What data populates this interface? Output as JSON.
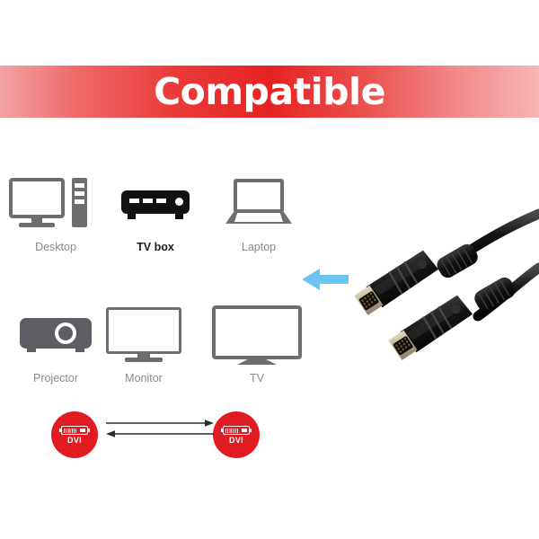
{
  "banner": {
    "title": "Compatible",
    "gradient_center_color": "#e62222",
    "gradient_edge_color": "#f7b6b6",
    "text_color": "#ffffff"
  },
  "devices": {
    "row1": [
      {
        "label": "Desktop",
        "icon": "desktop-computer-icon",
        "emphasis": false
      },
      {
        "label": "TV box",
        "icon": "tv-box-icon",
        "emphasis": true
      },
      {
        "label": "Laptop",
        "icon": "laptop-icon",
        "emphasis": false
      }
    ],
    "row2": [
      {
        "label": "Projector",
        "icon": "projector-icon",
        "emphasis": false
      },
      {
        "label": "Monitor",
        "icon": "monitor-icon",
        "emphasis": false
      },
      {
        "label": "TV",
        "icon": "tv-icon",
        "emphasis": false
      }
    ],
    "label_color": "#8a8a8a",
    "emphasis_label_color": "#1c1c1c",
    "icon_gray": "#6e6e6e",
    "icon_black": "#111111"
  },
  "connection_arrow": {
    "icon": "arrow-left-icon",
    "direction": "left",
    "color": "#69c5ef"
  },
  "connectors": {
    "left": {
      "label": "DVI",
      "icon": "dvi-connector-icon",
      "badge_color": "#e01b22"
    },
    "right": {
      "label": "DVI",
      "icon": "dvi-connector-icon",
      "badge_color": "#e01b22"
    },
    "link_icon": "bidirectional-arrow-icon",
    "link_color": "#2b2b2b"
  },
  "product": {
    "image_name": "dvi-to-dvi-cable-photo",
    "description": "Black DVI male to DVI male cable with two ferrite cores and gold-plated connectors",
    "cable_color": "#141414",
    "connector_metal_color": "#c8bda2"
  }
}
